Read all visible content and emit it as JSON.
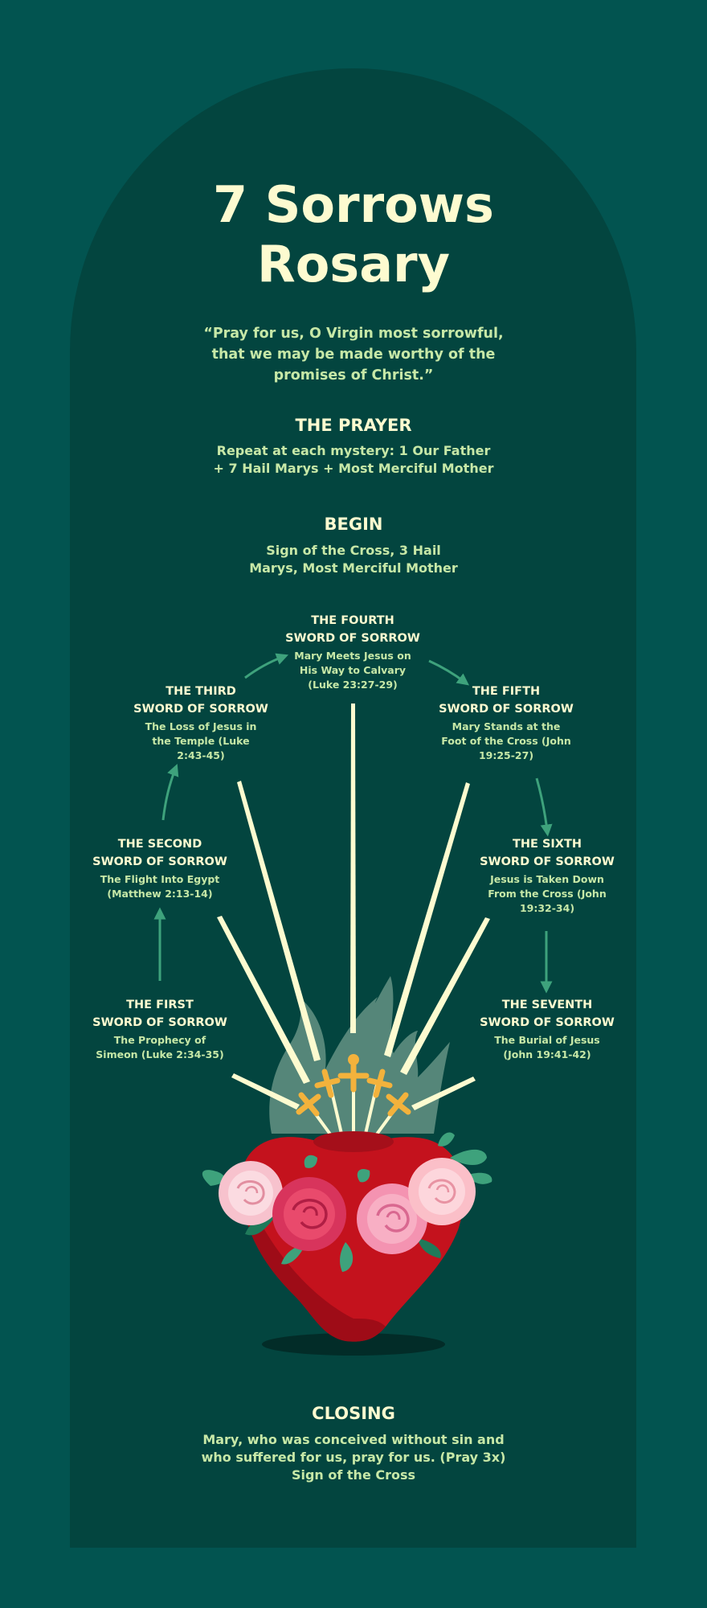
{
  "title_line1": "7 Sorrows",
  "title_line2": "Rosary",
  "quote_lines": [
    "“Pray for us, O Virgin most sorrowful,",
    "that we may be made worthy of the",
    "promises of Christ.”"
  ],
  "prayer": {
    "heading": "THE PRAYER",
    "lines": [
      "Repeat at each mystery: 1 Our Father",
      "+ 7 Hail Marys + Most Merciful Mother"
    ]
  },
  "begin": {
    "heading": "BEGIN",
    "lines": [
      "Sign of the Cross, 3 Hail",
      "Marys, Most Merciful Mother"
    ]
  },
  "sorrows": [
    {
      "name": [
        "THE FIRST",
        "SWORD OF SORROW"
      ],
      "desc": [
        "The Prophecy of",
        "Simeon (Luke 2:34-35)"
      ]
    },
    {
      "name": [
        "THE SECOND",
        "SWORD OF SORROW"
      ],
      "desc": [
        "The Flight Into Egypt",
        "(Matthew 2:13-14)"
      ]
    },
    {
      "name": [
        "THE THIRD",
        "SWORD OF SORROW"
      ],
      "desc": [
        "The Loss of Jesus in",
        "the Temple (Luke",
        "2:43-45)"
      ]
    },
    {
      "name": [
        "THE FOURTH",
        "SWORD OF SORROW"
      ],
      "desc": [
        "Mary Meets Jesus on",
        "His Way to Calvary",
        "(Luke 23:27-29)"
      ]
    },
    {
      "name": [
        "THE FIFTH",
        "SWORD OF SORROW"
      ],
      "desc": [
        "Mary Stands at the",
        "Foot of the Cross (John",
        "19:25-27)"
      ]
    },
    {
      "name": [
        "THE SIXTH",
        "SWORD OF SORROW"
      ],
      "desc": [
        "Jesus is Taken Down",
        "From the Cross (John",
        "19:32-34)"
      ]
    },
    {
      "name": [
        "THE SEVENTH",
        "SWORD OF SORROW"
      ],
      "desc": [
        "The Burial of Jesus",
        "(John 19:41-42)"
      ]
    }
  ],
  "closing": {
    "heading": "CLOSING",
    "lines": [
      "Mary, who was conceived without sin and",
      "who suffered for us, pray for us. (Pray 3x)",
      "Sign of the Cross"
    ]
  },
  "colors": {
    "background": "#025450",
    "arch": "#03453f",
    "title": "#fdfbd0",
    "text_green": "#c7e8a7",
    "arrow": "#3ea27c",
    "heart": "#c4121d",
    "sword_gold": "#f3b23c"
  }
}
